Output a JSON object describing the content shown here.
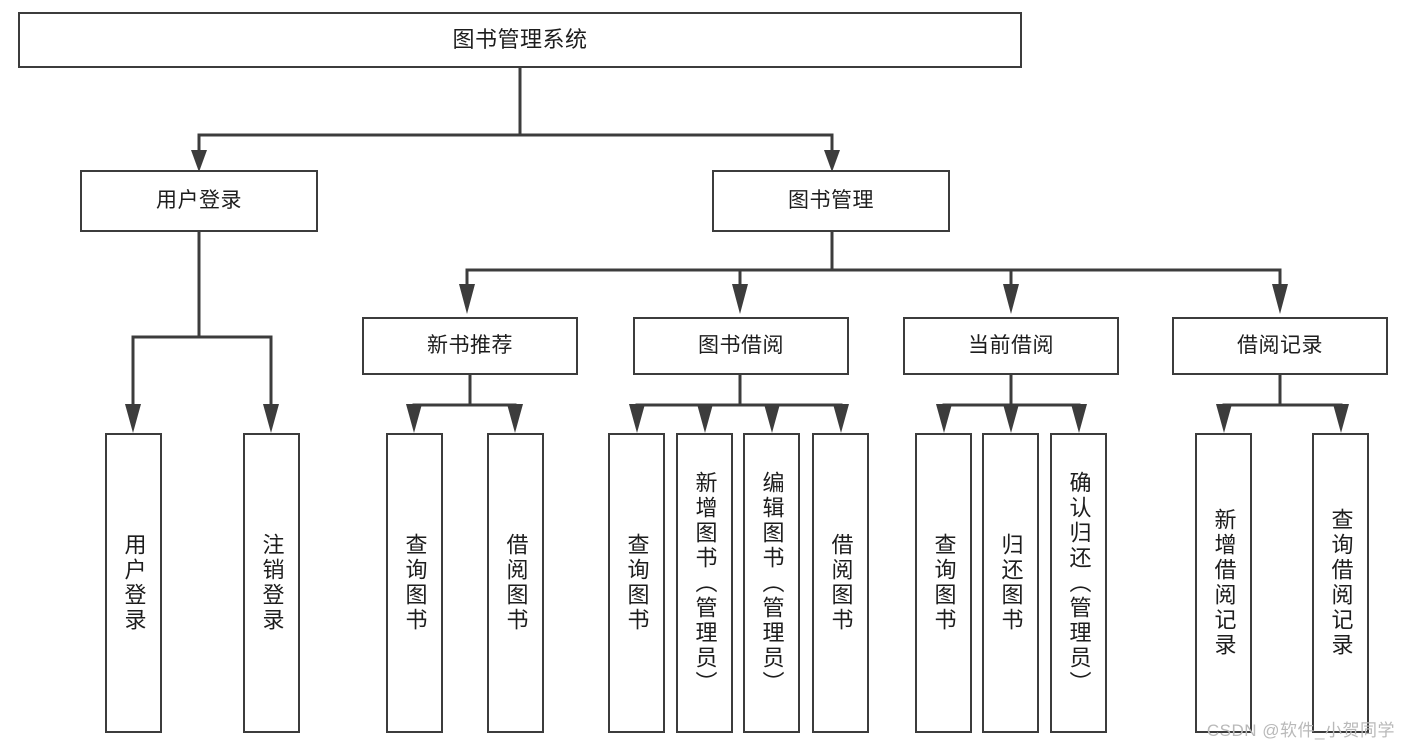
{
  "diagram": {
    "type": "tree-hierarchy",
    "root": {
      "label": "图书管理系统"
    },
    "level2": [
      {
        "label": "用户登录"
      },
      {
        "label": "图书管理"
      }
    ],
    "level3": [
      {
        "label": "新书推荐"
      },
      {
        "label": "图书借阅"
      },
      {
        "label": "当前借阅"
      },
      {
        "label": "借阅记录"
      }
    ],
    "leaves": [
      {
        "label": "用户登录"
      },
      {
        "label": "注销登录"
      },
      {
        "label": "查询图书"
      },
      {
        "label": "借阅图书"
      },
      {
        "label": "查询图书"
      },
      {
        "label": "新增图书（管理员）"
      },
      {
        "label": "编辑图书（管理员）"
      },
      {
        "label": "借阅图书"
      },
      {
        "label": "查询图书"
      },
      {
        "label": "归还图书"
      },
      {
        "label": "确认归还（管理员）"
      },
      {
        "label": "新增借阅记录"
      },
      {
        "label": "查询借阅记录"
      }
    ],
    "colors": {
      "stroke": "#3c3c3c",
      "fill": "#ffffff",
      "text": "#1d1d1d",
      "watermark": "#b9b9b9"
    }
  },
  "watermark": {
    "text": "CSDN @软件_小贺同学"
  }
}
